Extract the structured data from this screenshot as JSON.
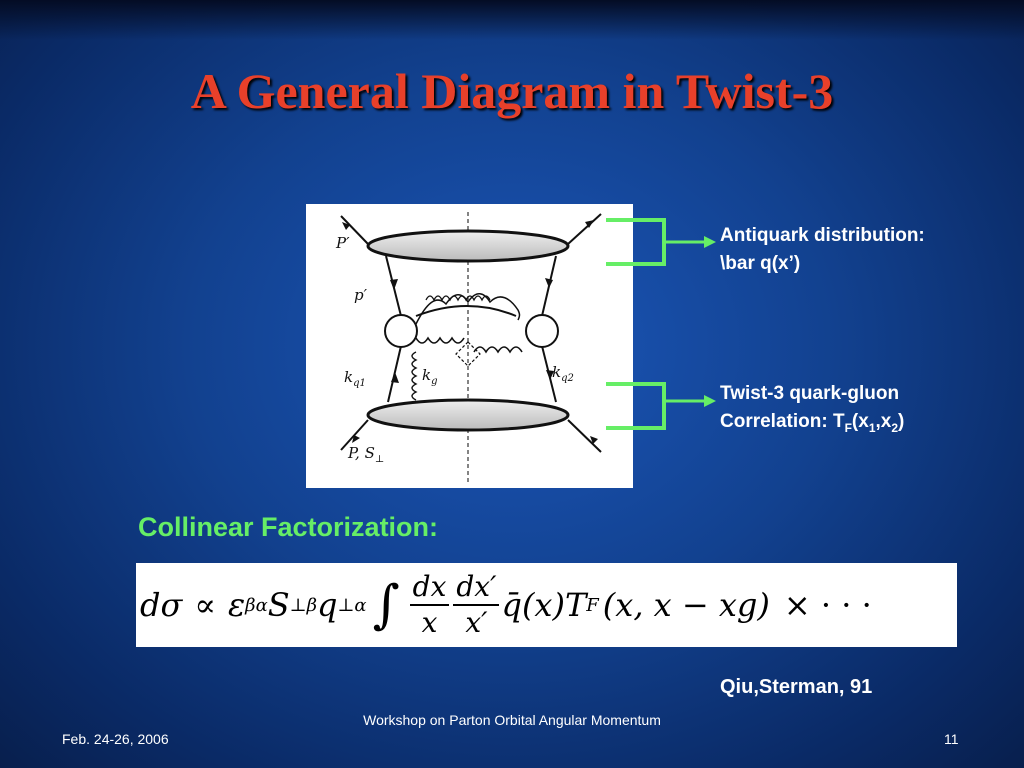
{
  "slide": {
    "title": "A General Diagram in Twist-3"
  },
  "diagram": {
    "labels": {
      "P_prime": "P′",
      "p_prime": "p′",
      "k": "k",
      "q1": "q1",
      "g": "g",
      "q2": "q2",
      "P_S": "P, S",
      "perp": "⊥"
    }
  },
  "annotations": {
    "antiquark_line1": "Antiquark distribution:",
    "antiquark_line2": "\\bar q(x’)",
    "twist3_line1": "Twist-3 quark-gluon",
    "twist3_prefix": "Correlation: T",
    "twist3_sub_F": "F",
    "twist3_open": "(x",
    "twist3_sub_1": "1",
    "twist3_comma": ",x",
    "twist3_sub_2": "2",
    "twist3_close": ")"
  },
  "section_heading": "Collinear Factorization:",
  "formula": {
    "dsigma": "dσ",
    "propto": "∝",
    "epsilon": "ε",
    "epsilon_sup": "βα",
    "S": "S",
    "S_sub": "⊥β",
    "q": "q",
    "q_sub": "⊥α",
    "integral": "∫",
    "frac1_num": "dx",
    "frac1_den": "x",
    "frac2_num": "dx′",
    "frac2_den": "x′",
    "qbar": "q̄(x)",
    "T": "T",
    "T_sub": "F",
    "args": "(x, x − xg)",
    "times": "× · · ·"
  },
  "citation": "Qiu,Sterman, 91",
  "footer": {
    "date": "Feb. 24-26, 2006",
    "event": "Workshop on Parton Orbital Angular Momentum",
    "page": "11"
  },
  "colors": {
    "title": "#e8402a",
    "heading": "#66ee66",
    "bracket": "#66ee66",
    "background": "#12418f"
  }
}
